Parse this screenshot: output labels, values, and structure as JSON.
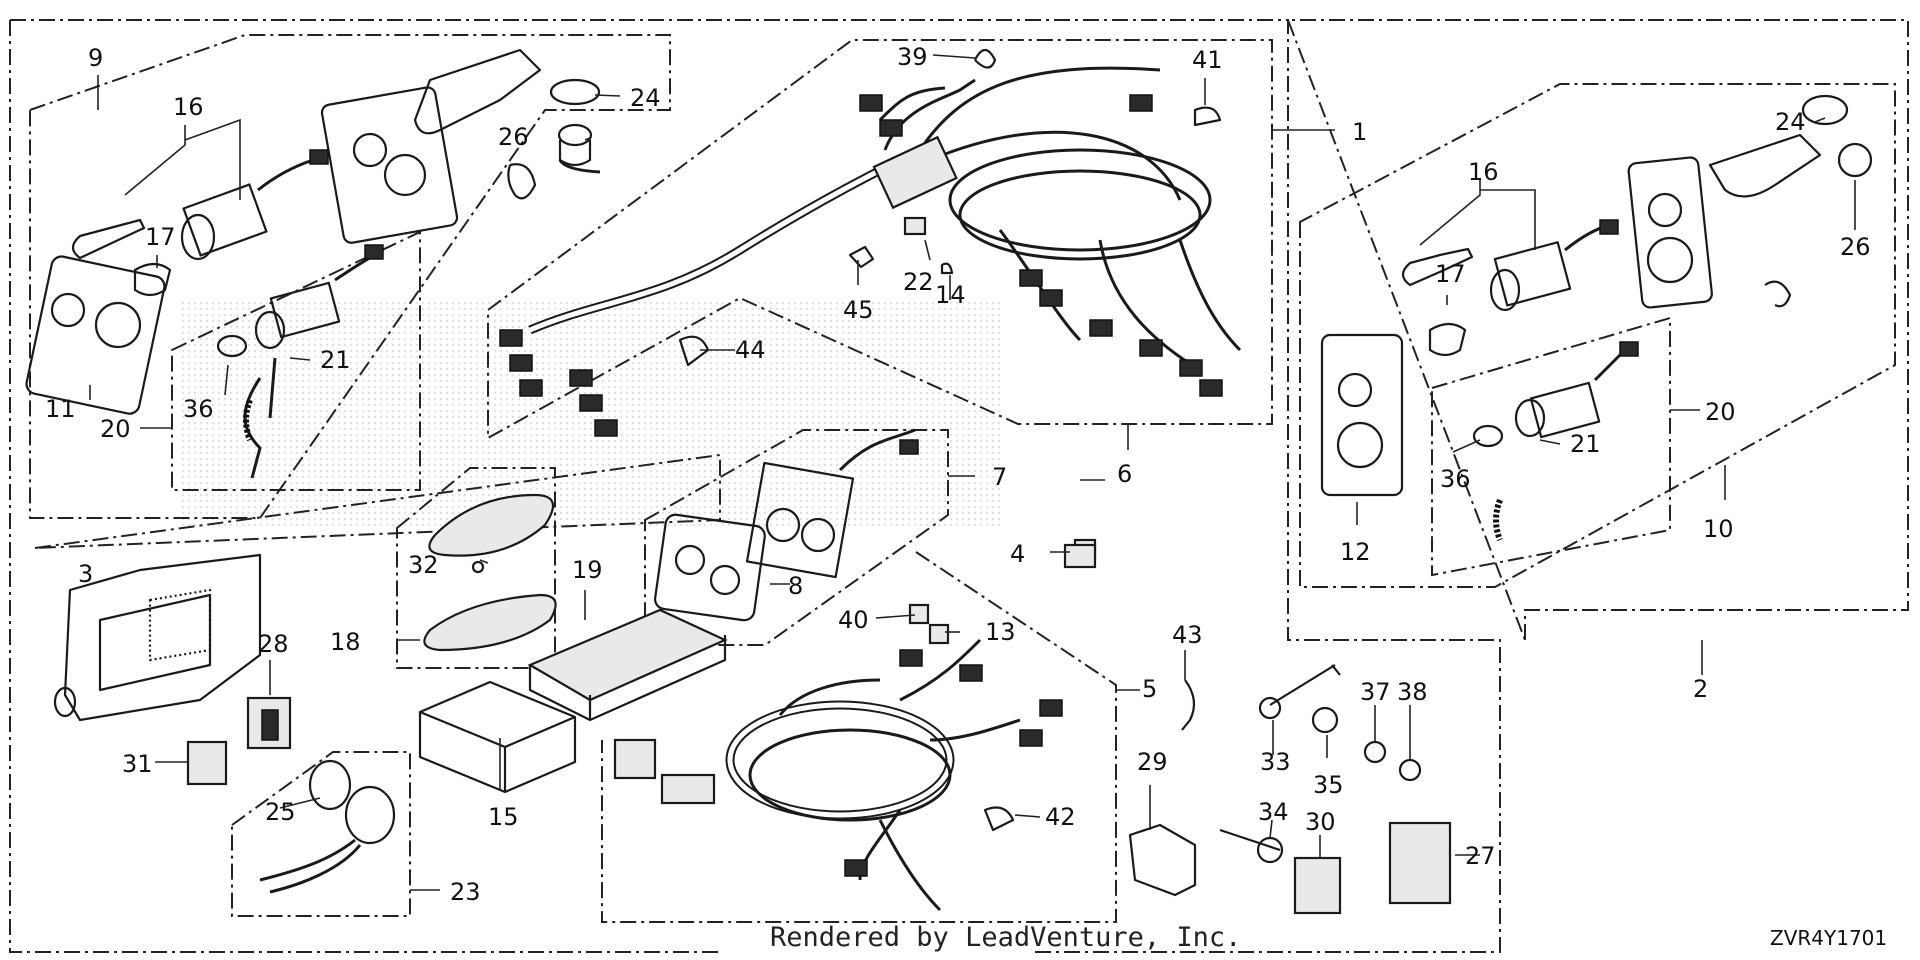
{
  "diagram": {
    "footer": "Rendered by LeadVenture, Inc.",
    "code": "ZVR4Y1701",
    "labels": {
      "l1": "1",
      "l2": "2",
      "l3": "3",
      "l4": "4",
      "l5": "5",
      "l6": "6",
      "l7": "7",
      "l8": "8",
      "l9": "9",
      "l10": "10",
      "l11": "11",
      "l12": "12",
      "l13": "13",
      "l14": "14",
      "l15": "15",
      "l16a": "16",
      "l16b": "16",
      "l17a": "17",
      "l17b": "17",
      "l18": "18",
      "l19": "19",
      "l20a": "20",
      "l20b": "20",
      "l21a": "21",
      "l21b": "21",
      "l22": "22",
      "l23": "23",
      "l24a": "24",
      "l24b": "24",
      "l25": "25",
      "l26a": "26",
      "l26b": "26",
      "l27": "27",
      "l28": "28",
      "l29": "29",
      "l30": "30",
      "l31": "31",
      "l32": "32",
      "l33": "33",
      "l34": "34",
      "l35": "35",
      "l36a": "36",
      "l36b": "36",
      "l37": "37",
      "l38": "38",
      "l39": "39",
      "l40": "40",
      "l41": "41",
      "l42": "42",
      "l43": "43",
      "l44": "44",
      "l45": "45"
    }
  }
}
